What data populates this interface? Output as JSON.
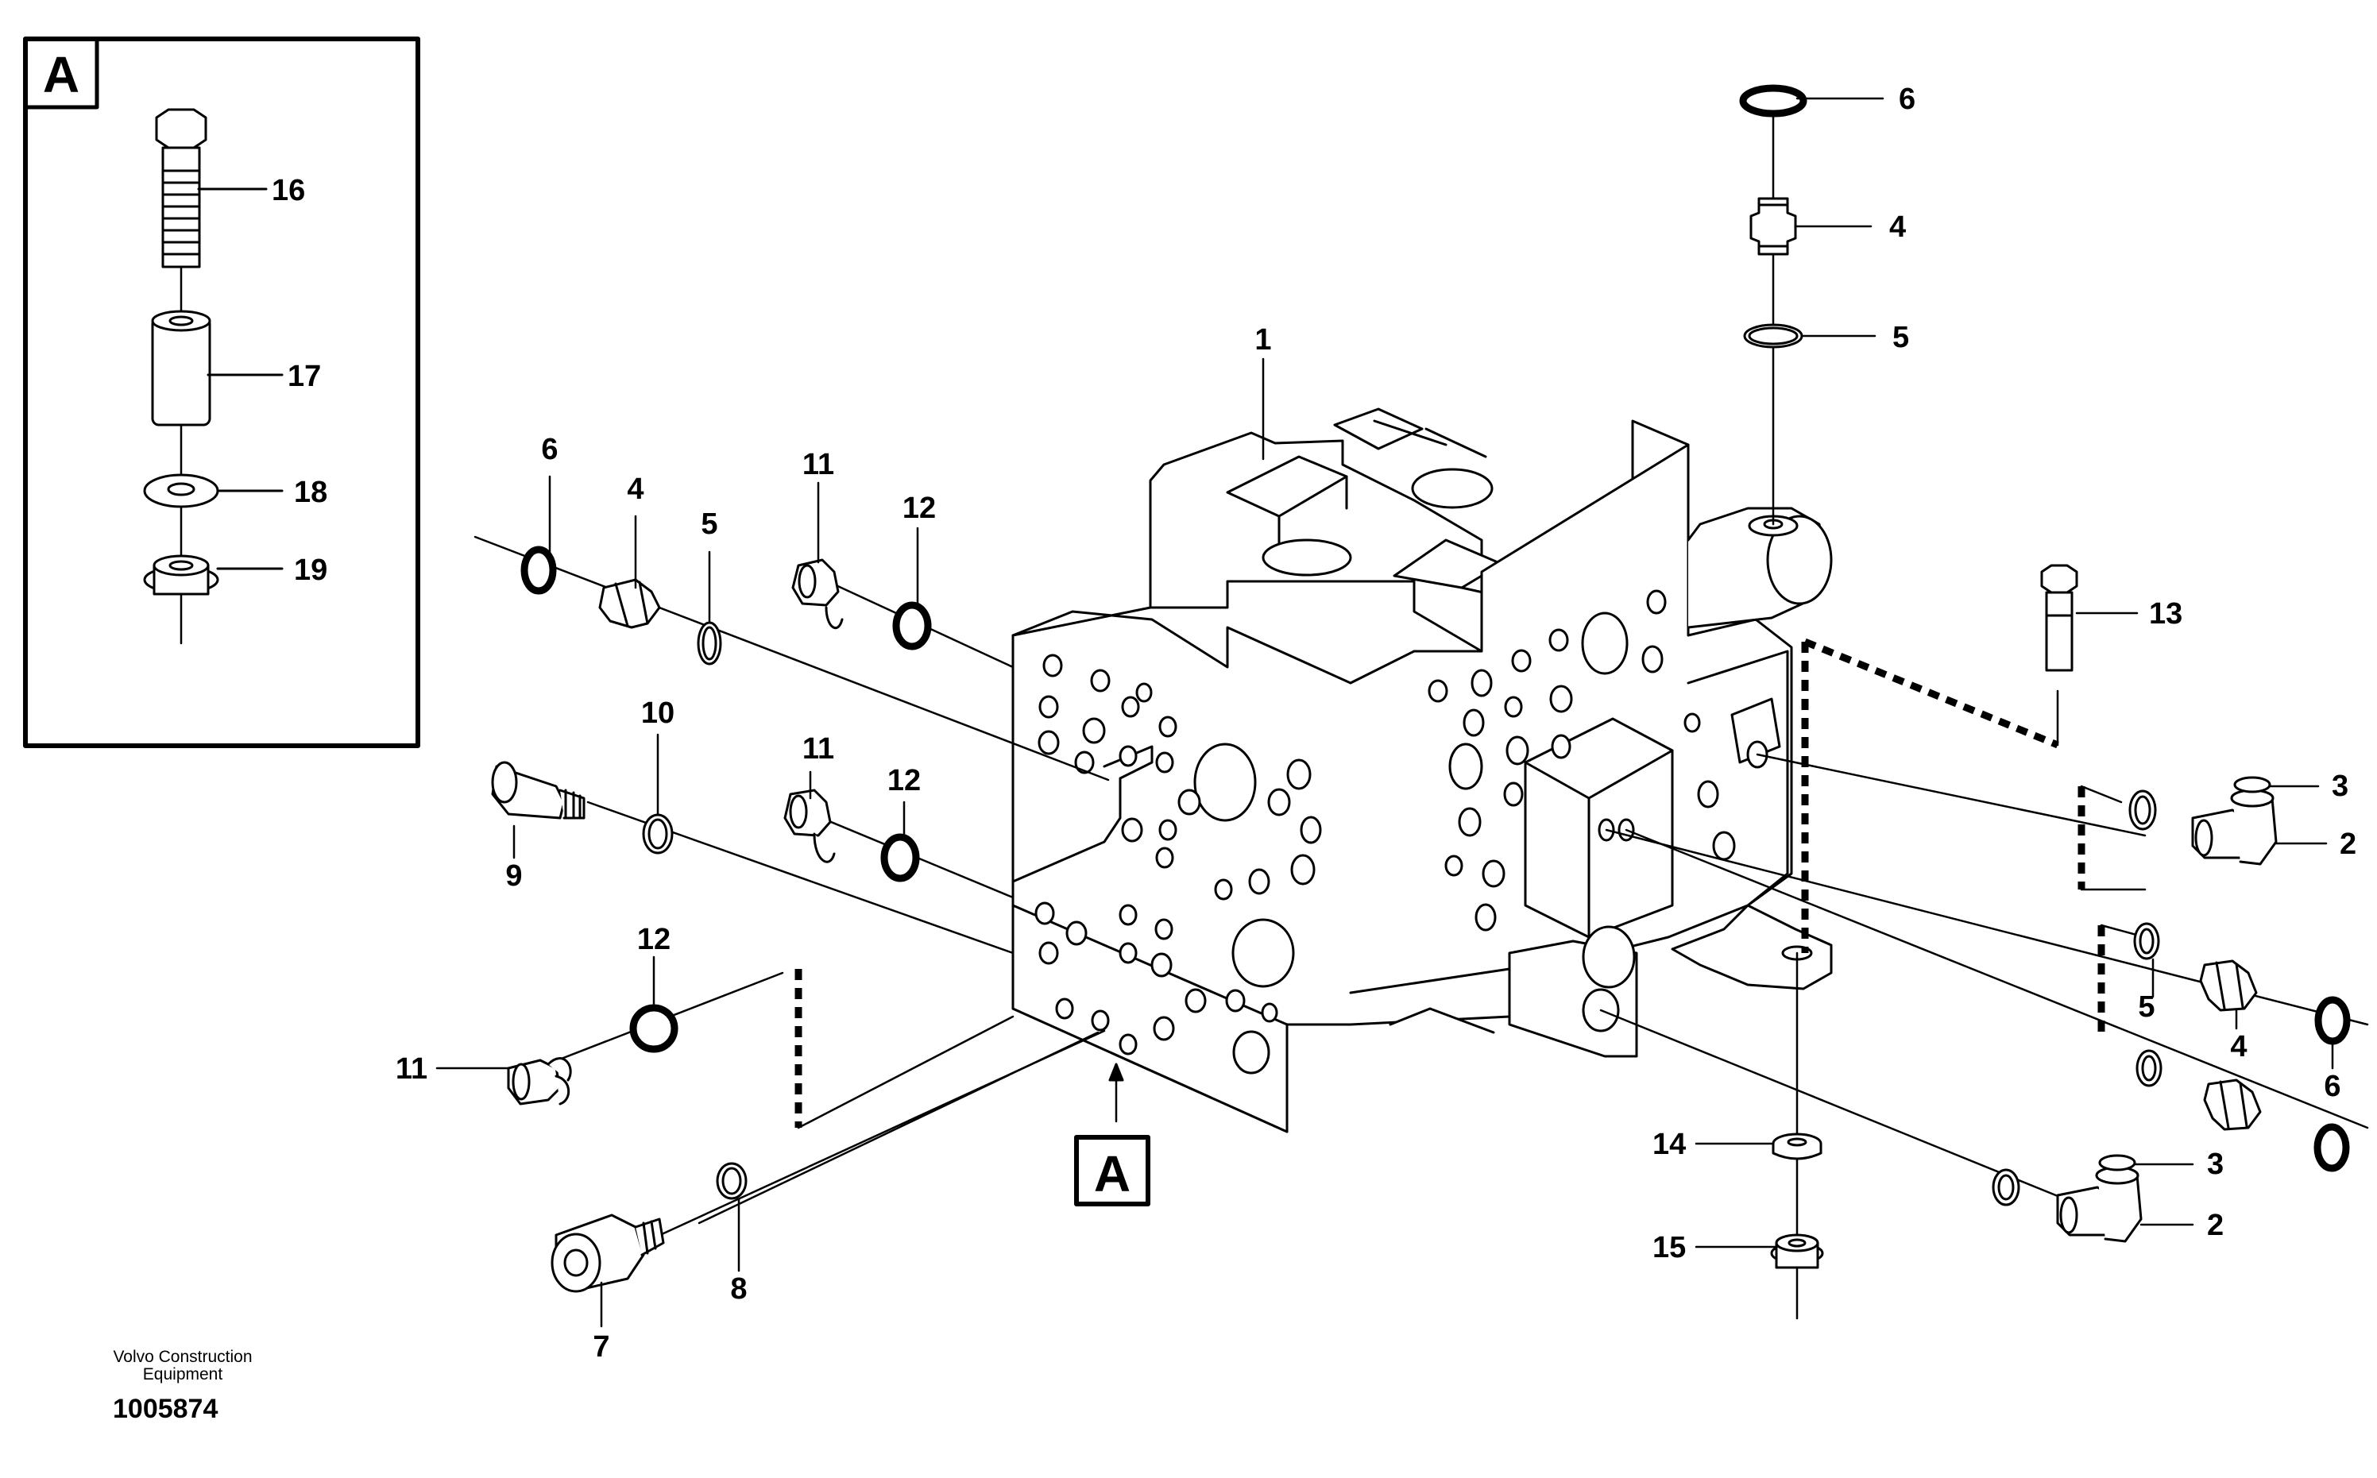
{
  "diagram": {
    "inset_label": "A",
    "section_marker": "A",
    "callouts": {
      "c1": "1",
      "c2a": "2",
      "c2b": "2",
      "c3a": "3",
      "c3b": "3",
      "c4a": "4",
      "c4b": "4",
      "c4c": "4",
      "c5a": "5",
      "c5b": "5",
      "c5c": "5",
      "c6a": "6",
      "c6b": "6",
      "c6c": "6",
      "c7": "7",
      "c8": "8",
      "c9": "9",
      "c10": "10",
      "c11a": "11",
      "c11b": "11",
      "c11c": "11",
      "c12a": "12",
      "c12b": "12",
      "c12c": "12",
      "c13": "13",
      "c14": "14",
      "c15": "15",
      "c16": "16",
      "c17": "17",
      "c18": "18",
      "c19": "19"
    }
  },
  "footer": {
    "brand_line1": "Volvo Construction",
    "brand_line2": "Equipment",
    "document_number": "1005874"
  }
}
